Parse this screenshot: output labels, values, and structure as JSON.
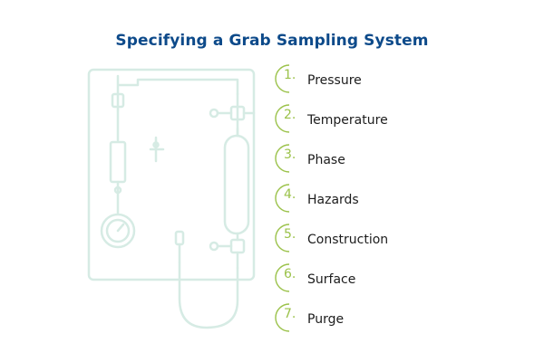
{
  "title": "Specifying a Grab Sampling System",
  "accent_color": "#9bc24a",
  "title_color": "#0d4a8a",
  "schematic_color": "#d6ebe4",
  "steps": [
    {
      "number": "1.",
      "label": "Pressure"
    },
    {
      "number": "2.",
      "label": "Temperature"
    },
    {
      "number": "3.",
      "label": "Phase"
    },
    {
      "number": "4.",
      "label": "Hazards"
    },
    {
      "number": "5.",
      "label": "Construction"
    },
    {
      "number": "6.",
      "label": "Surface"
    },
    {
      "number": "7.",
      "label": "Purge"
    }
  ]
}
